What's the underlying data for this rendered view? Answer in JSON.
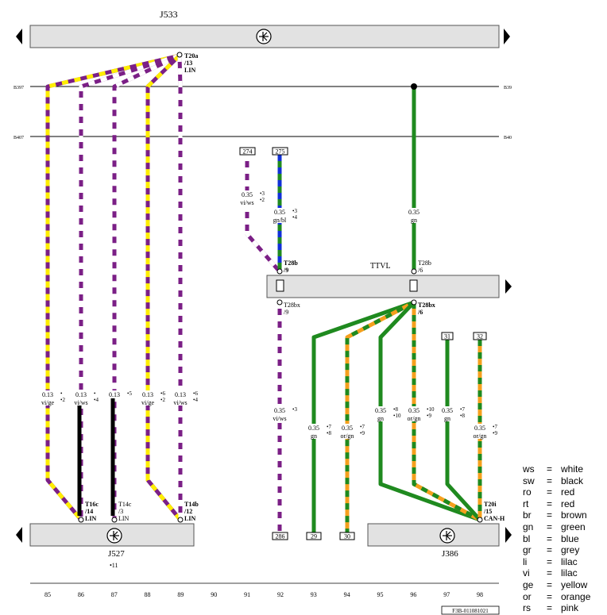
{
  "components": {
    "j533": "J533",
    "j527": "J527",
    "j386": "J386",
    "ttvl": "TTVL",
    "j527_note": "•11"
  },
  "rails": {
    "b397_left": "B397",
    "b397_right": "B39",
    "b407_left": "B407",
    "b407_right": "B40"
  },
  "connectors": {
    "t20a": [
      "T20a",
      "/13",
      "LIN"
    ],
    "t28b_left": [
      "T28b",
      "/9"
    ],
    "t28b_right": [
      "T28b",
      "/6"
    ],
    "t28bx_left": [
      "T28bx",
      "/9"
    ],
    "t28bx_right": [
      "T28bx",
      "/6"
    ],
    "t16c": [
      "T16c",
      "/14",
      "LIN"
    ],
    "t14c": [
      "T14c",
      "/3",
      "LIN"
    ],
    "t14b": [
      "T14b",
      "/12",
      "LIN"
    ],
    "t20i": [
      "T20i",
      "/15",
      "CAN-H"
    ]
  },
  "boxes": {
    "b274": "274",
    "b275": "275",
    "b31": "31",
    "b32": "32",
    "b286": "286",
    "b29": "29",
    "b30": "30"
  },
  "wires": [
    {
      "id": "w85",
      "size": "0.13",
      "color": "vi/ge",
      "notes": [
        "•",
        "•2"
      ]
    },
    {
      "id": "w86",
      "size": "0.13",
      "color": "vi/ws",
      "notes": [
        "•",
        "•4"
      ]
    },
    {
      "id": "w87",
      "size": "0.13",
      "color": "",
      "notes": [
        "•5"
      ]
    },
    {
      "id": "w88",
      "size": "0.13",
      "color": "vi/ge",
      "notes": [
        "•6",
        "•2"
      ]
    },
    {
      "id": "w89",
      "size": "0.13",
      "color": "vi/ws",
      "notes": [
        "•6",
        "•4"
      ]
    },
    {
      "id": "w91",
      "size": "0.35",
      "color": "vi/ws",
      "notes": [
        "•3",
        "•2"
      ]
    },
    {
      "id": "w92a",
      "size": "0.35",
      "color": "gn/bl",
      "notes": [
        "•3",
        "•4"
      ]
    },
    {
      "id": "w96a",
      "size": "0.35",
      "color": "gn",
      "notes": []
    },
    {
      "id": "w92b",
      "size": "0.35",
      "color": "vi/ws",
      "notes": [
        "•3"
      ]
    },
    {
      "id": "w93",
      "size": "0.35",
      "color": "gn",
      "notes": [
        "•7",
        "•8"
      ]
    },
    {
      "id": "w94",
      "size": "0.35",
      "color": "or/gn",
      "notes": [
        "•7",
        "•9"
      ]
    },
    {
      "id": "w95",
      "size": "0.35",
      "color": "gn",
      "notes": [
        "•8",
        "•10"
      ]
    },
    {
      "id": "w96b",
      "size": "0.35",
      "color": "or/gn",
      "notes": [
        "•10",
        "•9"
      ]
    },
    {
      "id": "w97",
      "size": "0.35",
      "color": "gn",
      "notes": [
        "•7",
        "•8"
      ]
    },
    {
      "id": "w98",
      "size": "0.35",
      "color": "or/gn",
      "notes": [
        "•7",
        "•9"
      ]
    }
  ],
  "columns": [
    "85",
    "86",
    "87",
    "88",
    "89",
    "90",
    "91",
    "92",
    "93",
    "94",
    "95",
    "96",
    "97",
    "98"
  ],
  "doc_id": "F3B-011081021",
  "legend": [
    {
      "abbr": "ws",
      "eq": "=",
      "name": "white"
    },
    {
      "abbr": "sw",
      "eq": "=",
      "name": "black"
    },
    {
      "abbr": "ro",
      "eq": "=",
      "name": "red"
    },
    {
      "abbr": "rt",
      "eq": "=",
      "name": "red"
    },
    {
      "abbr": "br",
      "eq": "=",
      "name": "brown"
    },
    {
      "abbr": "gn",
      "eq": "=",
      "name": "green"
    },
    {
      "abbr": "bl",
      "eq": "=",
      "name": "blue"
    },
    {
      "abbr": "gr",
      "eq": "=",
      "name": "grey"
    },
    {
      "abbr": "li",
      "eq": "=",
      "name": "lilac"
    },
    {
      "abbr": "vi",
      "eq": "=",
      "name": "lilac"
    },
    {
      "abbr": "ge",
      "eq": "=",
      "name": "yellow"
    },
    {
      "abbr": "or",
      "eq": "=",
      "name": "orange"
    },
    {
      "abbr": "rs",
      "eq": "=",
      "name": "pink"
    }
  ],
  "wire_colors": {
    "vi": "#7b1f86",
    "ge": "#ffee00",
    "ws": "#ffffff",
    "sw": "#000000",
    "gn": "#1f8a1f",
    "bl": "#1030d8",
    "or": "#f5a01e"
  }
}
